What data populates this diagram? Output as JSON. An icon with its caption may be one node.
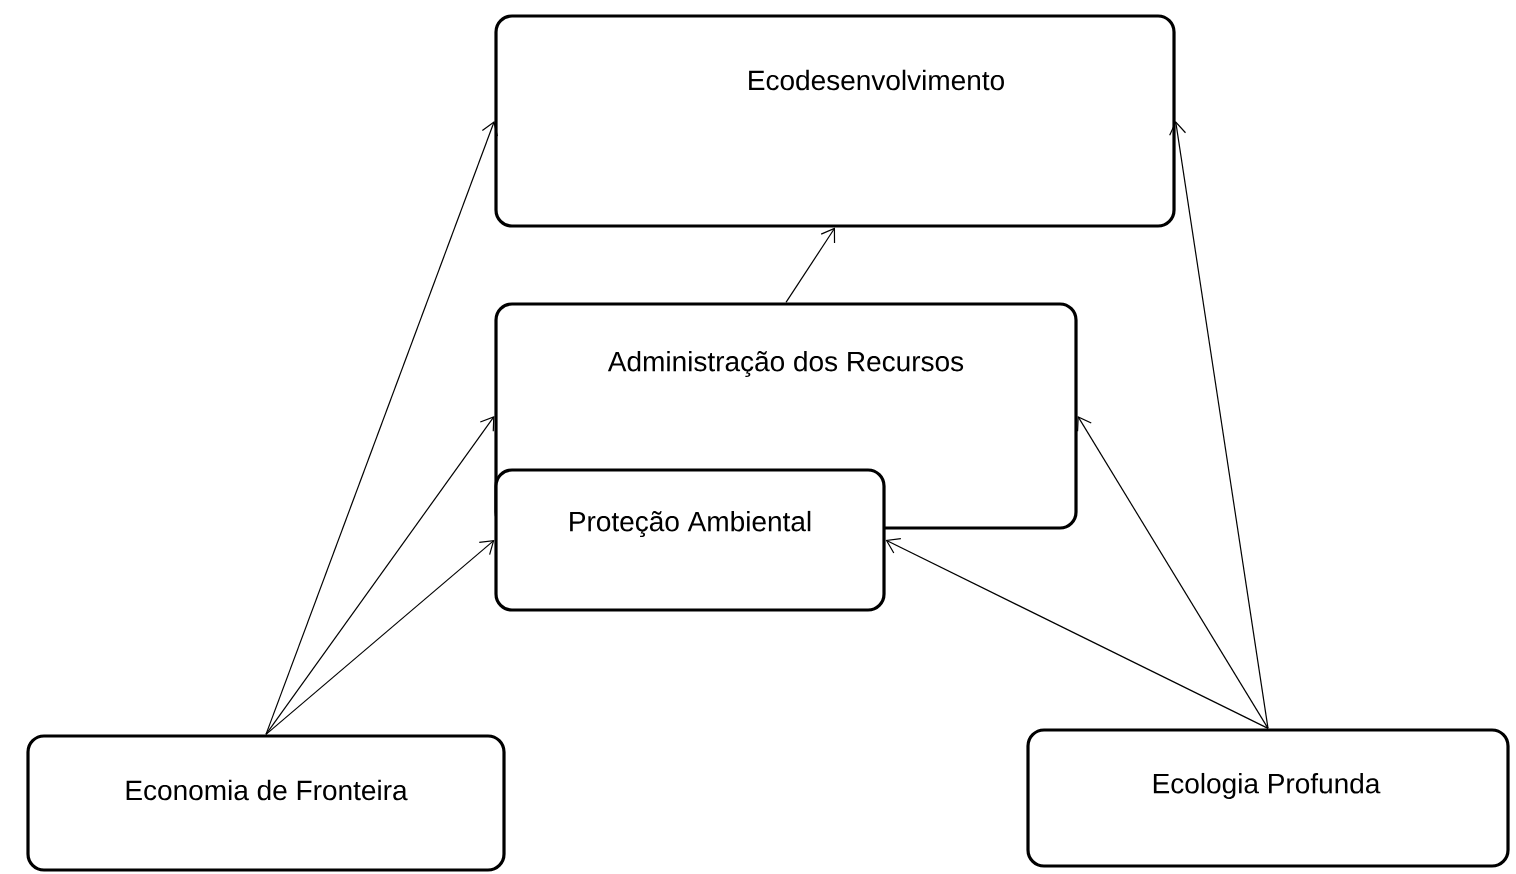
{
  "diagram": {
    "nodes": [
      {
        "text": [
          "Ecodesenvolvimento"
        ]
      },
      {
        "text": [
          "Administração dos Recursos"
        ]
      },
      {
        "text": [
          "Proteção Ambiental"
        ]
      },
      {
        "text": [
          "Economia de Fronteira"
        ]
      },
      {
        "text": [
          "Ecologia Profunda"
        ]
      }
    ],
    "edges": [
      {
        "from": 3,
        "to": 0,
        "arrow": "to"
      },
      {
        "from": 3,
        "to": 1,
        "arrow": "to"
      },
      {
        "from": 3,
        "to": 2,
        "arrow": "to"
      },
      {
        "from": 1,
        "to": 0,
        "arrow": "to"
      },
      {
        "from": 4,
        "to": 0,
        "arrow": "to"
      },
      {
        "from": 4,
        "to": 1,
        "arrow": "to"
      },
      {
        "from": 4,
        "to": 2,
        "arrow": "to"
      }
    ]
  }
}
